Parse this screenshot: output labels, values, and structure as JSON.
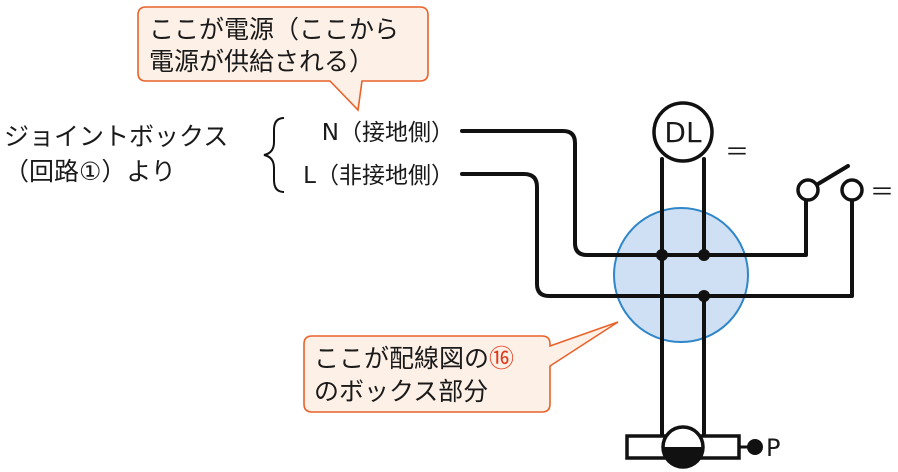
{
  "callout_power": {
    "line1": "ここが電源（ここから",
    "line2": "電源が供給される）"
  },
  "source": {
    "line1": "ジョイントボックス",
    "line2": "（回路①）より"
  },
  "wires": {
    "neutral": "N（接地側）",
    "line": "L（非接地側）"
  },
  "fixtures": {
    "downlight": "DL",
    "downlight_mark": "＝",
    "switch_mark": "＝",
    "outlet_label": "P"
  },
  "callout_box": {
    "line1_prefix": "ここが配線図の",
    "line1_number": "⑯",
    "line2": "のボックス部分"
  },
  "colors": {
    "callout_fill": "#fdf0e6",
    "callout_border": "#e8622a",
    "callout_number": "#e03a1e",
    "junction_fill": "#cfe0f4",
    "junction_border": "#2f86c9",
    "wire": "#111111"
  }
}
